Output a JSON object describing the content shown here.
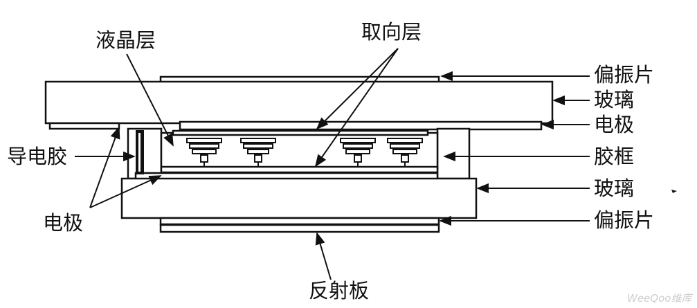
{
  "labels": {
    "liquid_crystal_layer": "液晶层",
    "alignment_layer": "取向层",
    "polarizer_top": "偏振片",
    "glass_top": "玻璃",
    "electrode_right": "电极",
    "conductive_glue": "导电胶",
    "sealant_frame": "胶框",
    "glass_bottom": "玻璃",
    "electrode_left": "电极",
    "polarizer_bottom": "偏振片",
    "reflector": "反射板"
  },
  "watermark": "WeeQoo维库",
  "colors": {
    "ink": "#111111",
    "background": "#ffffff"
  }
}
